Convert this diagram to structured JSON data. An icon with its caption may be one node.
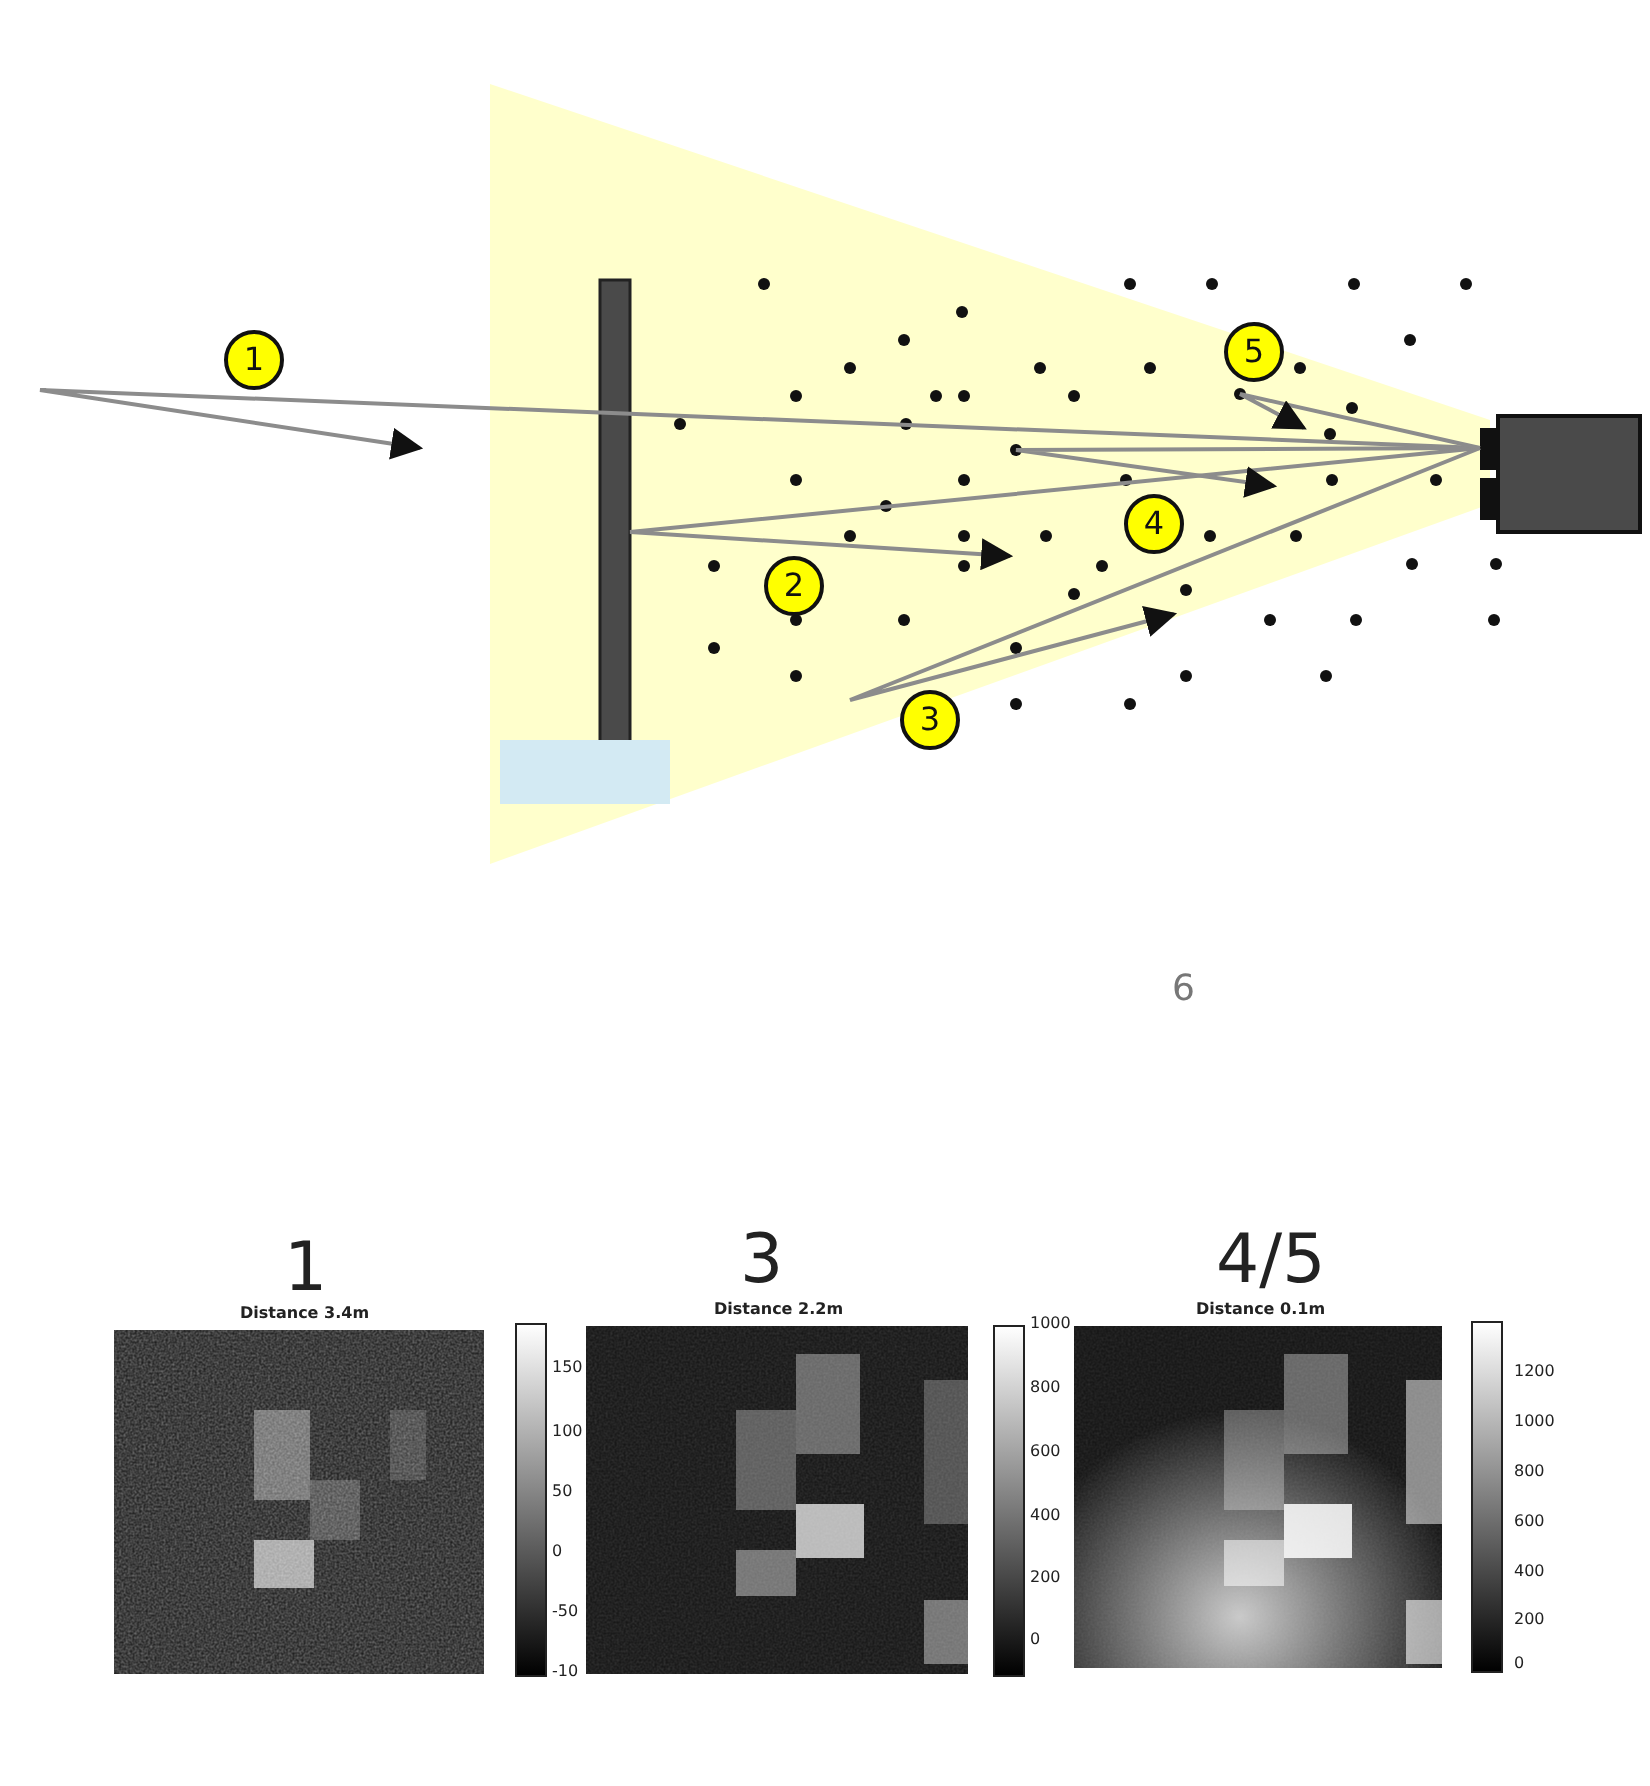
{
  "diagram": {
    "labels": [
      "1",
      "5",
      "4",
      "2",
      "3",
      "6",
      "1",
      "3",
      "4/5",
      "Distance 3.4m",
      "Distance 2.2m",
      "Distance 0.1m",
      "150",
      "100",
      "50",
      "0",
      "-50",
      "-10",
      "1000",
      "800",
      "600",
      "400",
      "200",
      "0",
      "1200",
      "1000",
      "800",
      "600",
      "400",
      "200",
      "0"
    ]
  }
}
